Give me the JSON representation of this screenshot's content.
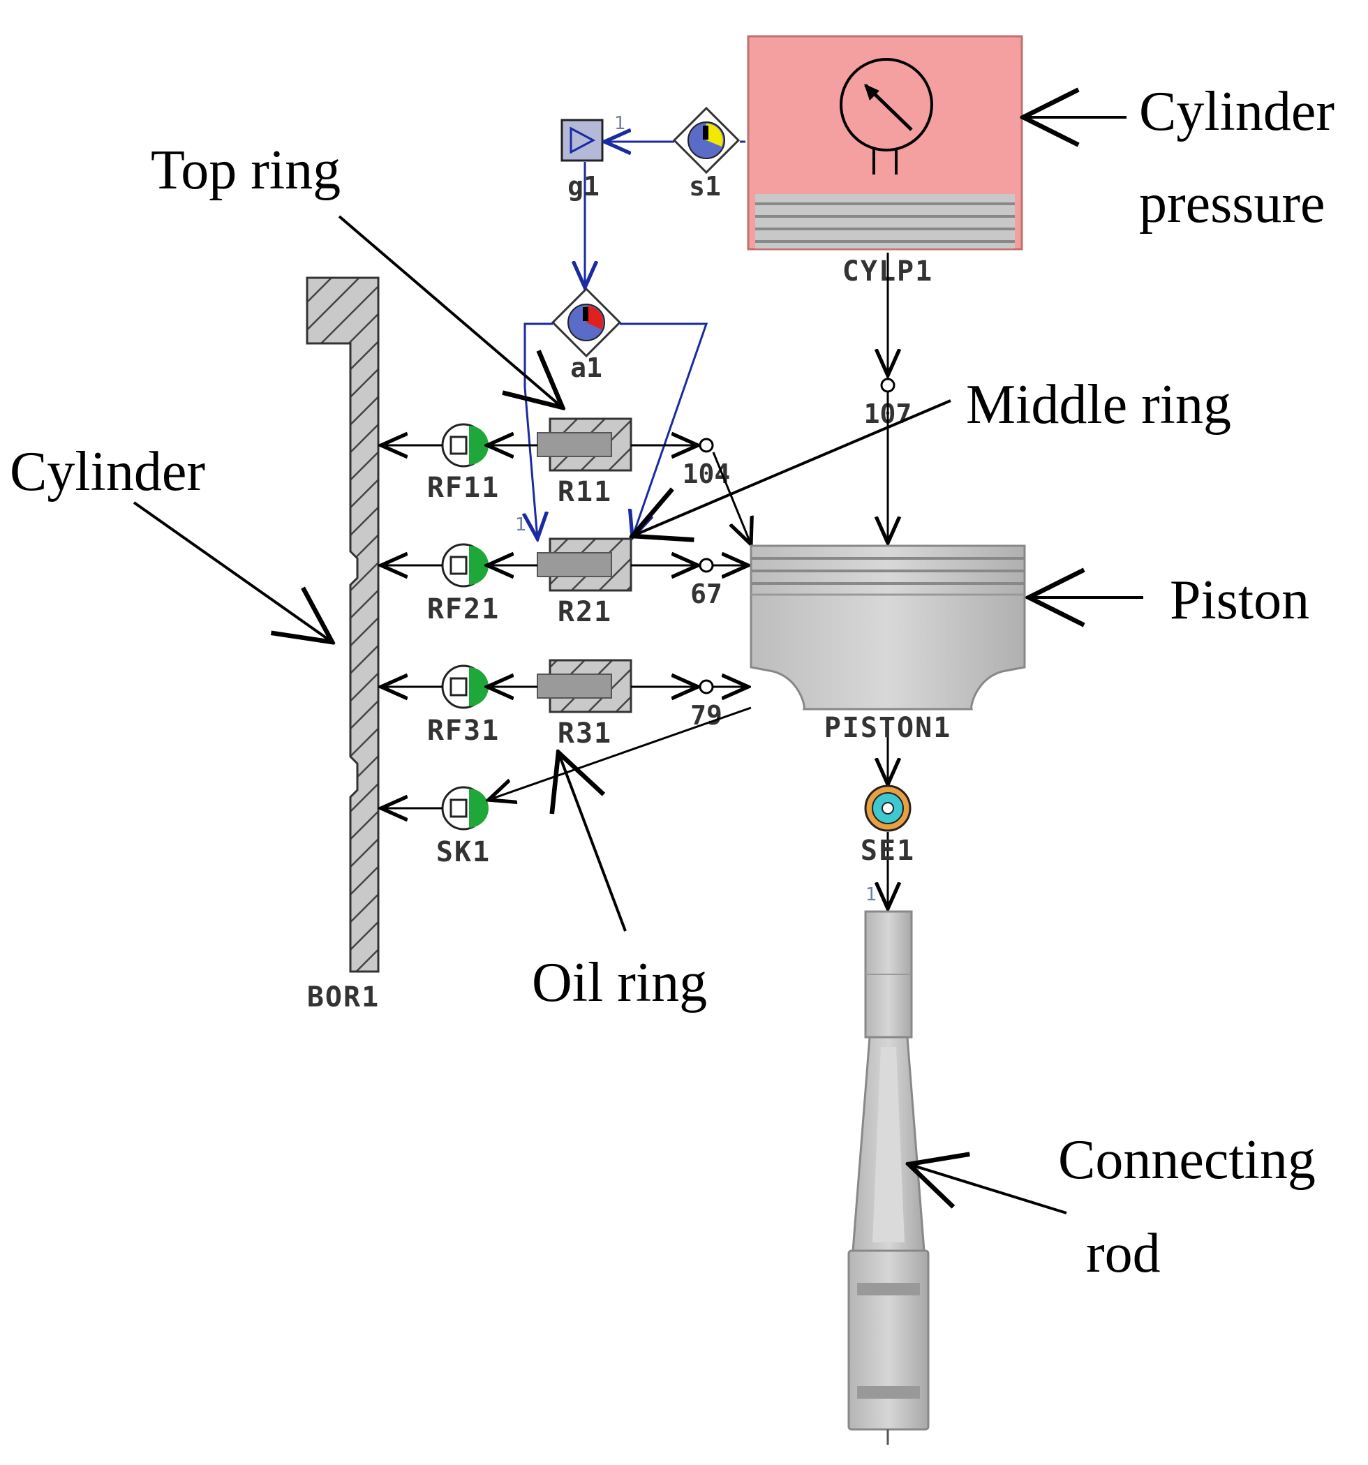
{
  "annotations": {
    "cylinder_pressure": [
      "Cylinder",
      "pressure"
    ],
    "top_ring": "Top ring",
    "middle_ring": "Middle ring",
    "cylinder": "Cylinder",
    "piston": "Piston",
    "oil_ring": "Oil ring",
    "connecting_rod": [
      "Connecting",
      "rod"
    ]
  },
  "components": {
    "g1": "g1",
    "s1": "s1",
    "a1": "a1",
    "cylp": "CYLP1",
    "bore": "BOR1",
    "rf11": "RF11",
    "rf21": "RF21",
    "rf31": "RF31",
    "sk1": "SK1",
    "r11": "R11",
    "r21": "R21",
    "r31": "R31",
    "piston": "PISTON1",
    "se1": "SE1"
  },
  "nodes": {
    "n107": "107",
    "n104": "104",
    "n67": "67",
    "n79": "79"
  },
  "ports": {
    "g1_port": "1",
    "a1_port": "1",
    "se1_port": "1"
  },
  "colors": {
    "cylinder_pressure_fill": "#f4a0a0",
    "wire_blue": "#1a2aa0",
    "friction_green": "#1ea83a",
    "part_gray": "#c8c8c8"
  }
}
